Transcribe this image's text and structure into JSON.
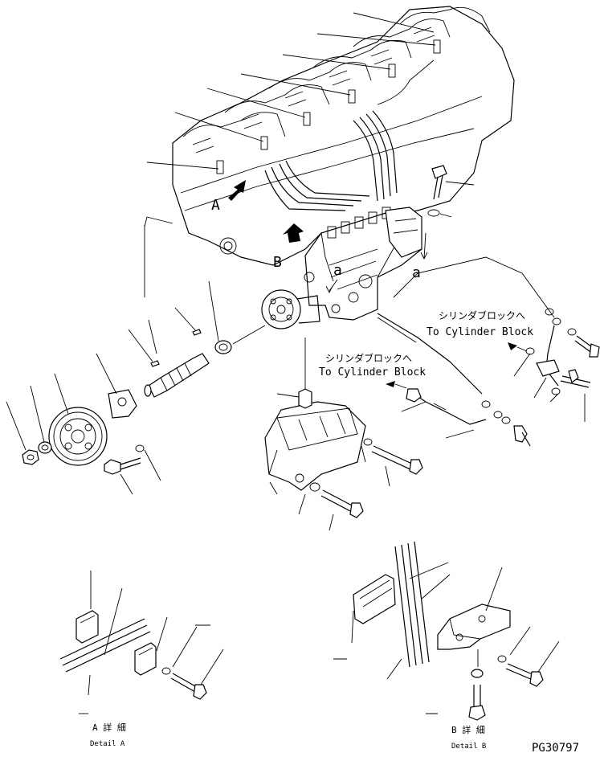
{
  "drawing_id": "PG30797",
  "callouts": {
    "A": "A",
    "B": "B",
    "a_left": "a",
    "a_right": "a"
  },
  "notes": {
    "to_cylinder_block_1_jp": "シリンダブロックへ",
    "to_cylinder_block_1_en": "To Cylinder Block",
    "to_cylinder_block_2_jp": "シリンダブロックへ",
    "to_cylinder_block_2_en": "To Cylinder Block"
  },
  "details": {
    "a_title_jp": "A 詳 細",
    "a_title_en": "Detail A",
    "b_title_jp": "B 詳 細",
    "b_title_en": "Detail B"
  },
  "icons": [
    "direction-arrow-icon"
  ]
}
